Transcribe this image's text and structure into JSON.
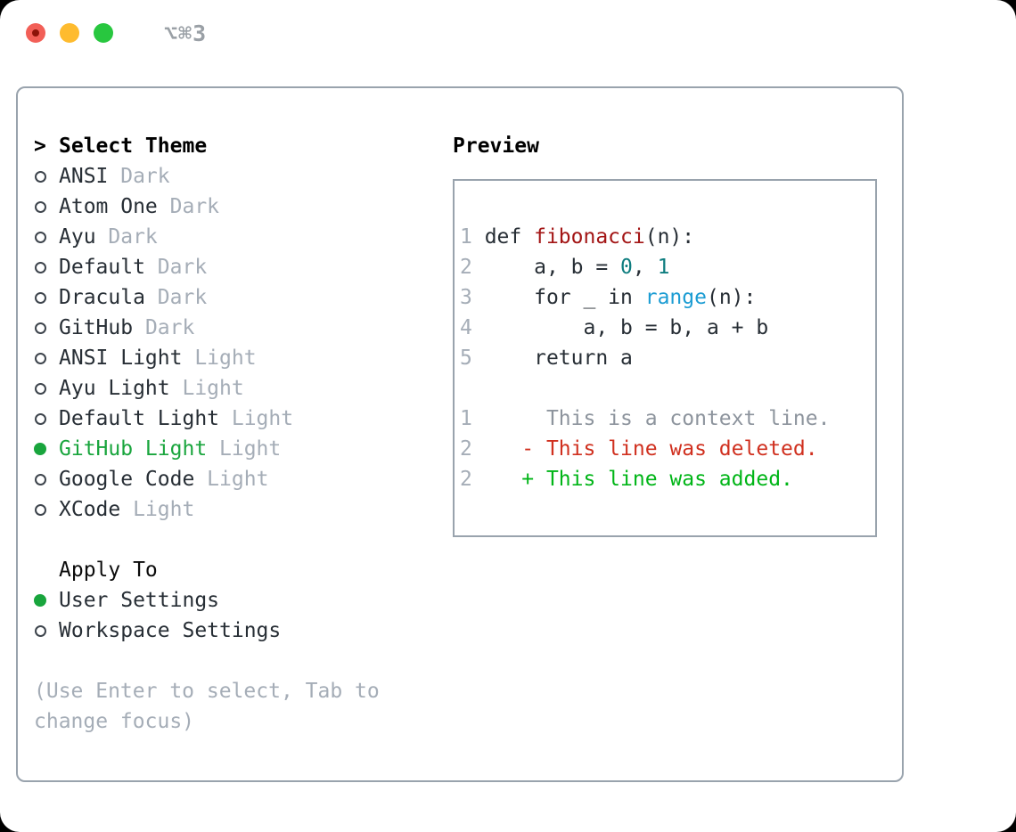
{
  "window": {
    "title": "⌥⌘3",
    "traffic_lights": [
      "close",
      "minimize",
      "zoom"
    ]
  },
  "colors": {
    "selection_green": "#19a53d",
    "added_green": "#00b517",
    "deleted_red": "#d0301f",
    "function_red": "#a31515",
    "number_teal": "#0e7d7f",
    "builtin_blue": "#1b9cd3",
    "muted_gray": "#a5adb7",
    "border_gray": "#99a3ad",
    "text_dark": "#272e35"
  },
  "theme_panel": {
    "header_prefix": ">",
    "header_label": "Select Theme",
    "themes": [
      {
        "name": "ANSI",
        "variant": "Dark",
        "selected": false
      },
      {
        "name": "Atom One",
        "variant": "Dark",
        "selected": false
      },
      {
        "name": "Ayu",
        "variant": "Dark",
        "selected": false
      },
      {
        "name": "Default",
        "variant": "Dark",
        "selected": false
      },
      {
        "name": "Dracula",
        "variant": "Dark",
        "selected": false
      },
      {
        "name": "GitHub",
        "variant": "Dark",
        "selected": false
      },
      {
        "name": "ANSI Light",
        "variant": "Light",
        "selected": false
      },
      {
        "name": "Ayu Light",
        "variant": "Light",
        "selected": false
      },
      {
        "name": "Default Light",
        "variant": "Light",
        "selected": false
      },
      {
        "name": "GitHub Light",
        "variant": "Light",
        "selected": true
      },
      {
        "name": "Google Code",
        "variant": "Light",
        "selected": false
      },
      {
        "name": "XCode",
        "variant": "Light",
        "selected": false
      }
    ],
    "apply_to": {
      "label": "Apply To",
      "options": [
        {
          "name": "User Settings",
          "selected": true
        },
        {
          "name": "Workspace Settings",
          "selected": false
        }
      ]
    },
    "hint_lines": [
      "(Use Enter to select, Tab to",
      "change focus)"
    ]
  },
  "preview": {
    "label": "Preview",
    "lines": [
      {
        "num": "1",
        "segments": [
          {
            "t": "def ",
            "c": "code"
          },
          {
            "t": "fibonacci",
            "c": "func"
          },
          {
            "t": "(n):",
            "c": "code"
          }
        ]
      },
      {
        "num": "2",
        "segments": [
          {
            "t": "    a, b = ",
            "c": "code"
          },
          {
            "t": "0",
            "c": "number"
          },
          {
            "t": ", ",
            "c": "code"
          },
          {
            "t": "1",
            "c": "number"
          }
        ]
      },
      {
        "num": "3",
        "segments": [
          {
            "t": "    for _ in ",
            "c": "code"
          },
          {
            "t": "range",
            "c": "builtin"
          },
          {
            "t": "(n):",
            "c": "code"
          }
        ]
      },
      {
        "num": "4",
        "segments": [
          {
            "t": "        a, b = b, a + b",
            "c": "code"
          }
        ]
      },
      {
        "num": "5",
        "segments": [
          {
            "t": "    return a",
            "c": "code"
          }
        ]
      },
      {
        "num": "",
        "segments": []
      },
      {
        "num": "1",
        "segments": [
          {
            "t": "     This is a context line.",
            "c": "context"
          }
        ]
      },
      {
        "num": "2",
        "segments": [
          {
            "t": "   - This line was deleted.",
            "c": "deleted"
          }
        ]
      },
      {
        "num": "2",
        "segments": [
          {
            "t": "   + This line was added.",
            "c": "added"
          }
        ]
      }
    ]
  }
}
